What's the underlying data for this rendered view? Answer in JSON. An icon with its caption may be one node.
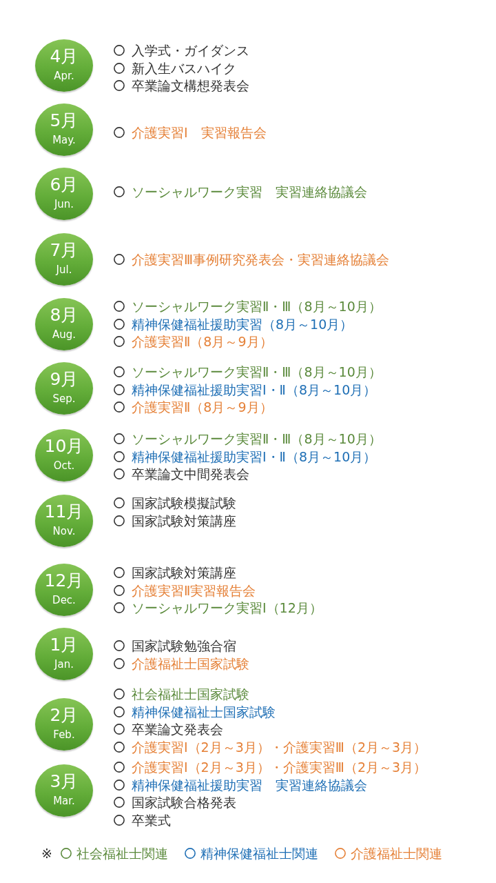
{
  "diagram": {
    "nodes": [
      {
        "text": [
          "4月",
          "Apr."
        ],
        "beside": [
          "入学式・ガイダンス",
          "新入生バスハイク",
          "卒業論文構想発表会"
        ]
      },
      {
        "text": [
          "5月",
          "May."
        ],
        "beside": [
          "介護実習Ⅰ　実習報告会"
        ]
      },
      {
        "text": [
          "6月",
          "Jun."
        ],
        "beside": [
          "ソーシャルワーク実習　実習連絡協議会"
        ]
      },
      {
        "text": [
          "7月",
          "Jul."
        ],
        "beside": [
          "介護実習Ⅲ事例研究発表会・実習連絡協議会"
        ]
      },
      {
        "text": [
          "8月",
          "Aug."
        ],
        "beside": [
          "ソーシャルワーク実習Ⅱ・Ⅲ（8月～10月）",
          "精神保健福祉援助実習（8月～10月）",
          "介護実習Ⅱ（8月～9月）"
        ]
      },
      {
        "text": [
          "9月",
          "Sep."
        ],
        "beside": [
          "ソーシャルワーク実習Ⅱ・Ⅲ（8月～10月）",
          "精神保健福祉援助実習Ⅰ・Ⅱ（8月～10月）",
          "介護実習Ⅱ（8月～9月）"
        ]
      },
      {
        "text": [
          "10月",
          "Oct."
        ],
        "beside": [
          "ソーシャルワーク実習Ⅱ・Ⅲ（8月～10月）",
          "精神保健福祉援助実習Ⅰ・Ⅱ（8月～10月）",
          "卒業論文中間発表会"
        ]
      },
      {
        "text": [
          "11月",
          "Nov."
        ],
        "beside": [
          "国家試験模擬試験",
          "国家試験対策講座"
        ]
      },
      {
        "text": [
          "12月",
          "Dec."
        ],
        "beside": [
          "国家試験対策講座",
          "介護実習Ⅱ実習報告会",
          "ソーシャルワーク実習Ⅰ（12月）"
        ]
      },
      {
        "text": [
          "1月",
          "Jan."
        ],
        "beside": [
          "国家試験勉強合宿",
          "介護福祉士国家試験"
        ]
      },
      {
        "text": [
          "2月",
          "Feb."
        ],
        "beside": [
          "社会福祉士国家試験",
          "精神保健福祉士国家試験",
          "卒業論文発表会",
          "介護実習Ⅰ（2月～3月）・介護実習Ⅲ（2月～3月）"
        ]
      },
      {
        "text": [
          "3月",
          "Mar."
        ],
        "beside": [
          "介護実習Ⅰ（2月～3月）・介護実習Ⅲ（2月～3月）",
          "精神保健福祉援助実習　実習連絡協議会",
          "国家試験合格発表",
          "卒業式"
        ]
      }
    ],
    "labels": [
      "※"
    ],
    "legend": [
      {
        "text": "社会福祉士関連",
        "color": "#5b8a3c"
      },
      {
        "text": "精神保健福祉士関連",
        "color": "#1f6fb5"
      },
      {
        "text": "介護福祉士関連",
        "color": "#e58138"
      }
    ]
  }
}
